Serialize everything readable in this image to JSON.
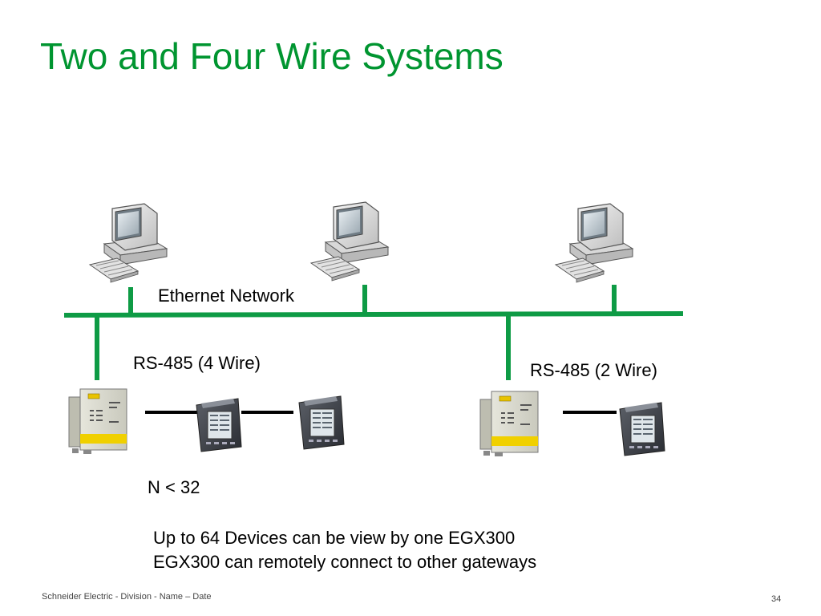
{
  "slide": {
    "title": "Two and Four Wire Systems",
    "footer": "Schneider Electric - Division - Name – Date",
    "page_number": "34"
  },
  "diagram": {
    "network_label": "Ethernet Network",
    "rs485_4wire_label": "RS-485 (4 Wire)",
    "rs485_2wire_label": "RS-485 (2 Wire)",
    "device_limit_label": "N < 32",
    "notes": [
      "Up to 64 Devices can be view by one EGX300",
      "EGX300 can remotely connect to other gateways"
    ],
    "colors": {
      "title": "#009530",
      "network_line": "#0e9b45",
      "serial_line": "#000000"
    }
  }
}
